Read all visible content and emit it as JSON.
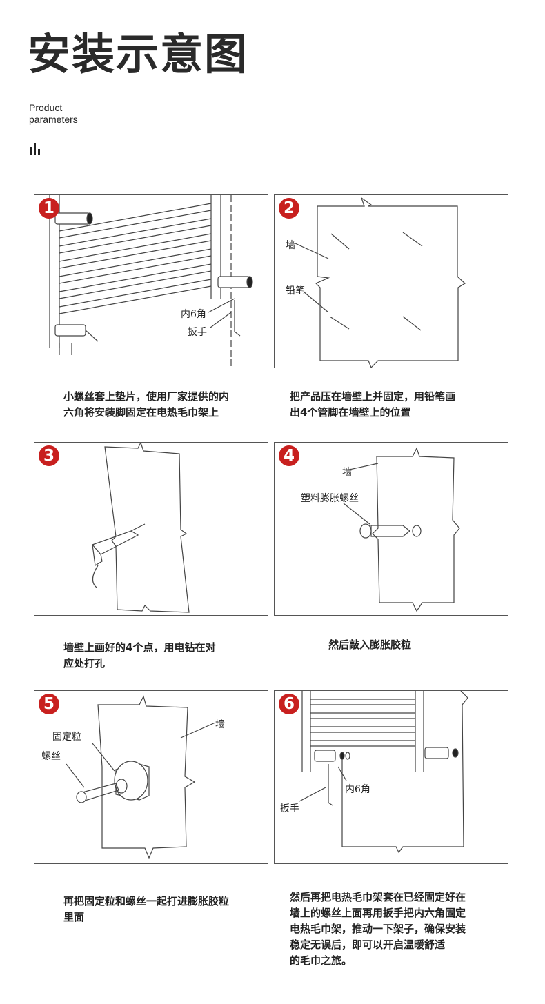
{
  "header": {
    "title": "安装示意图",
    "subtitle_line1": "Product",
    "subtitle_line2": "parameters"
  },
  "accent_color": "#c8201f",
  "steps": [
    {
      "number": "1",
      "labels": [
        "内6角",
        "扳手"
      ],
      "caption": [
        "小螺丝套上垫片，使用厂家提供的内",
        "六角将安装脚固定在电热毛巾架上"
      ]
    },
    {
      "number": "2",
      "labels": [
        "墙",
        "铅笔"
      ],
      "caption": [
        "把产品压在墙壁上并固定，用铅笔画",
        "出4个管脚在墙壁上的位置"
      ]
    },
    {
      "number": "3",
      "labels": [],
      "caption": [
        "墙壁上画好的4个点，用电钻在对",
        "应处打孔"
      ]
    },
    {
      "number": "4",
      "labels": [
        "墙",
        "塑料膨胀螺丝"
      ],
      "caption": [
        "然后敲入膨胀胶粒"
      ]
    },
    {
      "number": "5",
      "labels": [
        "墙",
        "固定粒",
        "螺丝"
      ],
      "caption": [
        "再把固定粒和螺丝一起打进膨胀胶粒",
        "里面"
      ]
    },
    {
      "number": "6",
      "labels": [
        "内6角",
        "扳手"
      ],
      "caption": [
        "然后再把电热毛巾架套在已经固定好在",
        "墙上的螺丝上面再用扳手把内六角固定",
        "电热毛巾架，推动一下架子，确保安装",
        "稳定无误后，即可以开启温暖舒适",
        "的毛巾之旅。"
      ]
    }
  ]
}
